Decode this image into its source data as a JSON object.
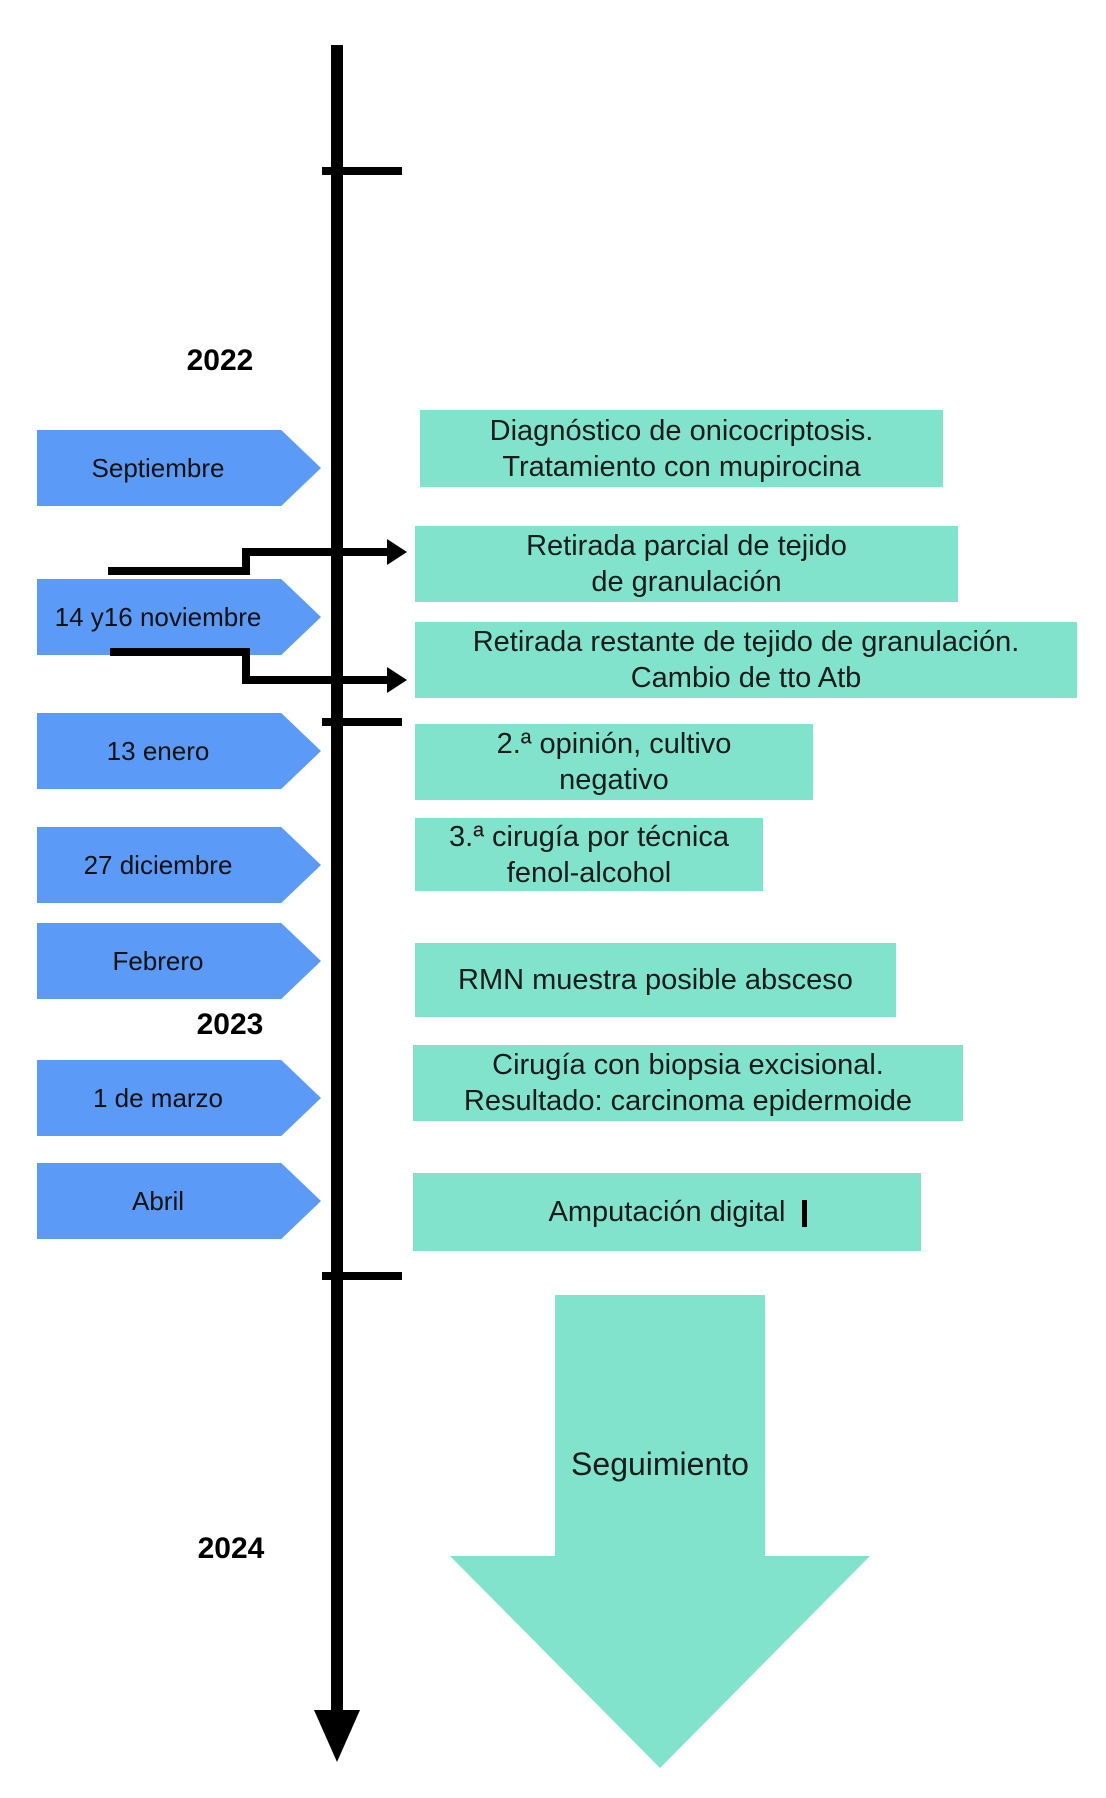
{
  "colors": {
    "date_arrow_blue": "#5B9BF7",
    "event_box_teal": "#82E3CC",
    "timeline_black": "#000000"
  },
  "timeline": {
    "years": [
      {
        "label": "2022"
      },
      {
        "label": "2023"
      },
      {
        "label": "2024"
      }
    ],
    "date_labels": [
      {
        "label": "Septiembre"
      },
      {
        "label": "14 y16 noviembre"
      },
      {
        "label": "13 enero"
      },
      {
        "label": "27 diciembre"
      },
      {
        "label": "Febrero"
      },
      {
        "label": "1 de marzo"
      },
      {
        "label": "Abril"
      }
    ],
    "event_boxes": [
      {
        "line1": "Diagnóstico de onicocriptosis.",
        "line2": "Tratamiento con mupirocina"
      },
      {
        "line1": "Retirada parcial de tejido",
        "line2": "de granulación"
      },
      {
        "line1": "Retirada restante de tejido de granulación.",
        "line2": "Cambio de tto Atb"
      },
      {
        "line1": "2.ª opinión, cultivo",
        "line2": "negativo"
      },
      {
        "line1": "3.ª cirugía por técnica",
        "line2": "fenol-alcohol"
      },
      {
        "line1": "RMN muestra posible absceso",
        "line2": ""
      },
      {
        "line1": "Cirugía con biopsia excisional.",
        "line2": "Resultado: carcinoma epidermoide"
      },
      {
        "line1": "Amputación digital",
        "line2": ""
      }
    ],
    "followup_label": "Seguimiento"
  }
}
